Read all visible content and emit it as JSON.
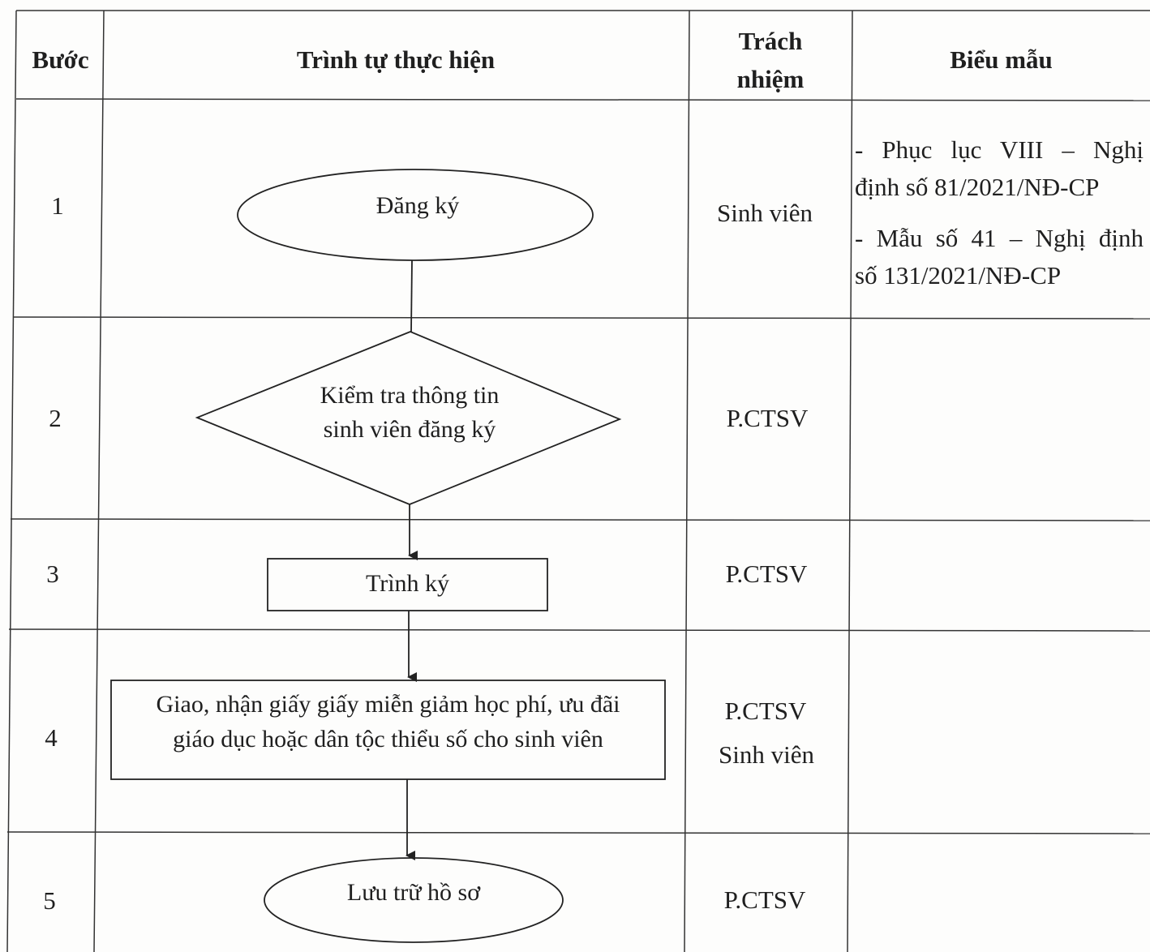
{
  "headers": {
    "step": "Bước",
    "sequence": "Trình tự thực hiện",
    "responsibility_line1": "Trách",
    "responsibility_line2": "nhiệm",
    "forms": "Biểu mẫu"
  },
  "rows": [
    {
      "step": "1",
      "shape": "ellipse",
      "label": "Đăng ký",
      "responsibility": [
        "Sinh viên"
      ],
      "forms": [
        {
          "line1": "- Phục lục VIII – Nghị",
          "line2": "định số 81/2021/NĐ-CP"
        },
        {
          "line1": "- Mẫu số 41 – Nghị định",
          "line2": "số 131/2021/NĐ-CP"
        }
      ]
    },
    {
      "step": "2",
      "shape": "diamond",
      "label_line1": "Kiểm tra thông tin",
      "label_line2": "sinh viên đăng ký",
      "responsibility": [
        "P.CTSV"
      ]
    },
    {
      "step": "3",
      "shape": "rectangle",
      "label": "Trình ký",
      "responsibility": [
        "P.CTSV"
      ]
    },
    {
      "step": "4",
      "shape": "rectangle",
      "label_line1": "Giao, nhận giấy giấy miễn giảm học phí, ưu đãi",
      "label_line2": "giáo dục hoặc dân tộc thiểu số cho sinh viên",
      "responsibility": [
        "P.CTSV",
        "Sinh viên"
      ]
    },
    {
      "step": "5",
      "shape": "ellipse",
      "label": "Lưu trữ hồ sơ",
      "responsibility": [
        "P.CTSV"
      ]
    }
  ]
}
